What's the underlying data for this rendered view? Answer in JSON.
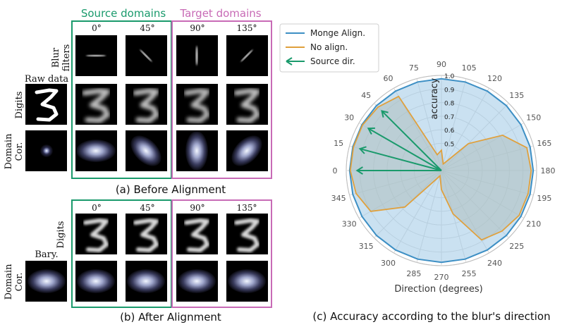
{
  "left_panel": {
    "source_domains_label": "Source domains",
    "target_domains_label": "Target domains",
    "source_color": "#1a9a6c",
    "target_color": "#c86bb6",
    "angles": [
      "0°",
      "45°",
      "90°",
      "135°"
    ],
    "before": {
      "row_labels": {
        "blur": "Blur\nfilters",
        "digits": "Digits",
        "domain_cor": "Domain\nCor."
      },
      "raw_label": "Raw data",
      "caption": "(a) Before Alignment"
    },
    "after": {
      "row_labels": {
        "digits": "Digits",
        "domain_cor": "Domain\nCor."
      },
      "bary_label": "Bary.",
      "caption": "(b) After Alignment"
    }
  },
  "legend": {
    "monge": "Monge Align.",
    "noalign": "No align.",
    "sourcedir": "Source dir.",
    "monge_color": "#3d8fc4",
    "noalign_color": "#e0a03c",
    "source_dir_color": "#1a9a6c"
  },
  "chart_data": {
    "type": "polar-radar",
    "xlabel": "Direction (degrees)",
    "ylabel": "accuracy",
    "caption": "(c) Accuracy according to the blur's direction",
    "theta_ticks": [
      0,
      15,
      30,
      45,
      60,
      75,
      90,
      105,
      120,
      135,
      150,
      165,
      180,
      195,
      210,
      225,
      240,
      255,
      270,
      285,
      300,
      315,
      330,
      345
    ],
    "r_ticks": [
      "0.5",
      "0.6",
      "0.7",
      "0.8",
      "0.9",
      "1.0"
    ],
    "r_range": [
      0.3,
      1.0
    ],
    "source_directions": [
      0,
      15,
      30,
      45
    ],
    "series": [
      {
        "name": "Monge Align.",
        "theta": [
          0,
          15,
          30,
          45,
          60,
          75,
          90,
          105,
          120,
          135,
          150,
          165,
          180,
          195,
          210,
          225,
          240,
          255,
          270,
          285,
          300,
          315,
          330,
          345
        ],
        "r": [
          0.975,
          0.975,
          0.975,
          0.975,
          0.975,
          0.975,
          0.975,
          0.975,
          0.975,
          0.975,
          0.975,
          0.975,
          0.975,
          0.975,
          0.975,
          0.975,
          0.975,
          0.975,
          0.975,
          0.975,
          0.975,
          0.975,
          0.975,
          0.975
        ]
      },
      {
        "name": "No align.",
        "theta": [
          0,
          15,
          30,
          45,
          60,
          75,
          90,
          105,
          120,
          135,
          150,
          165,
          180,
          195,
          210,
          225,
          240,
          255,
          270,
          285,
          300,
          315,
          330,
          345
        ],
        "r": [
          0.97,
          0.97,
          0.97,
          0.96,
          0.93,
          0.42,
          0.45,
          0.35,
          0.38,
          0.58,
          0.82,
          0.95,
          0.96,
          0.96,
          0.96,
          0.93,
          0.89,
          0.63,
          0.44,
          0.34,
          0.37,
          0.68,
          0.9,
          0.95
        ]
      }
    ]
  }
}
